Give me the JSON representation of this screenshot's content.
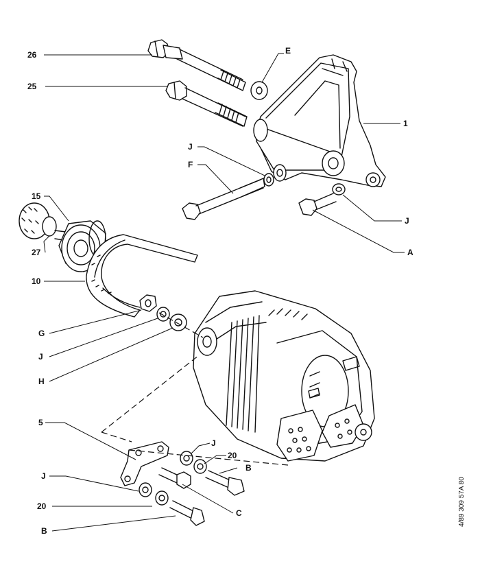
{
  "callouts": {
    "c26": "26",
    "c25": "25",
    "cE": "E",
    "c1": "1",
    "cJ_top": "J",
    "cF": "F",
    "cJ_right": "J",
    "cA": "A",
    "c15": "15",
    "c27": "27",
    "c10": "10",
    "cG": "G",
    "cJ_mid": "J",
    "cH": "H",
    "c5": "5",
    "cJ_lowleft": "J",
    "c20_left": "20",
    "cB_left": "B",
    "cJ_lowright": "J",
    "c20_right": "20",
    "cB_right": "B",
    "cC": "C"
  },
  "stamp": "4/89  309  57A 80"
}
